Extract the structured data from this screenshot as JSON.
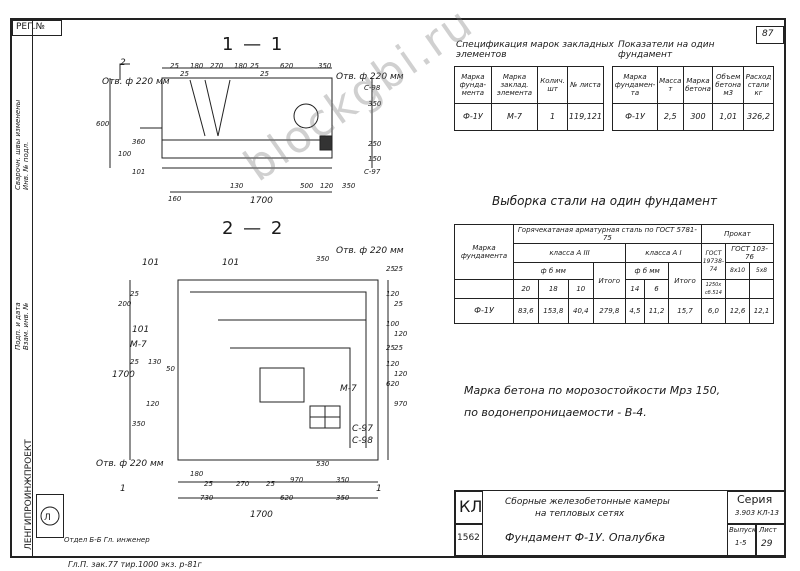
{
  "sheet_no": "87",
  "reg_label": "РЕГ.№",
  "page_no": "29",
  "sections": {
    "s1": "1 — 1",
    "s2": "2 — 2"
  },
  "view1": {
    "hole_label": "Отв. ф 220 мм",
    "hole_label2": "Отв. ф 220 мм",
    "cut_mark": "2",
    "top_dims": [
      "25",
      "180",
      "270",
      "180",
      "25",
      "620",
      "350"
    ],
    "bottom_dims": [
      "130",
      "500",
      "120",
      "350"
    ],
    "total": "1700",
    "left_dims": [
      "600",
      "360",
      "101",
      "100"
    ],
    "right_dims": [
      "350",
      "250",
      "150"
    ],
    "small": [
      "160",
      "25",
      "25"
    ],
    "labels": [
      "С-98",
      "С-97"
    ]
  },
  "view2": {
    "labels_101": [
      "101",
      "101",
      "101"
    ],
    "m7": "М-7",
    "m7b": "М-7",
    "hole_label": "Отв. ф 220 мм",
    "hole_label_bottom": "Отв. ф 220 мм",
    "c97": "С-97",
    "c98": "С-98",
    "top_dims": [
      "350",
      "25",
      "25",
      "120",
      "25",
      "100"
    ],
    "left_dims": [
      "200",
      "25",
      "1700",
      "25",
      "130",
      "50",
      "120",
      "350"
    ],
    "right_dims": [
      "120",
      "25",
      "25",
      "120",
      "120",
      "620",
      "970"
    ],
    "bottom_dims": [
      "180",
      "25",
      "270",
      "25",
      "970",
      "350",
      "530"
    ],
    "bottom_dims2": [
      "730",
      "620",
      "350"
    ],
    "total": "1700",
    "cut1": "1",
    "cut1b": "1"
  },
  "spec_title": "Спецификация марок закладных элементов",
  "spec": {
    "headers": [
      "Марка фунда-мента",
      "Марка заклад. элемента",
      "Колич. шт",
      "№ листа"
    ],
    "row": [
      "Ф-1У",
      "М-7",
      "1",
      "119,121"
    ]
  },
  "ind_title": "Показатели на один фундамент",
  "ind": {
    "headers": [
      "Марка фундамен-та",
      "Масса т",
      "Марка бетона",
      "Объем бетона м3",
      "Расход стали кг"
    ],
    "row": [
      "Ф-1У",
      "2,5",
      "300",
      "1,01",
      "326,2"
    ]
  },
  "steel_title": "Выборка стали на один фундамент",
  "steel": {
    "mark_header": "Марка фундамента",
    "group1": "Горячекатаная арматурная сталь по ГОСТ 5781-75",
    "group2": "Прокат",
    "klassA3": "класса А III",
    "klassA1": "класса А I",
    "phi1": "ф б мм",
    "phi2": "ф б мм",
    "itogo": "Итого",
    "itogo2": "Итого",
    "gost1": "ГОСТ 19738-74",
    "gost2": "ГОСТ 103-76",
    "d_a3": [
      "20",
      "18",
      "10"
    ],
    "d_a1": [
      "14",
      "6"
    ],
    "d_g1": "1250x сб.514",
    "d_g2": [
      "8x10",
      "5x8"
    ],
    "row_mark": "Ф-1У",
    "row_a3": [
      "83,6",
      "153,8",
      "40,4"
    ],
    "row_a3_total": "279,8",
    "row_a1": [
      "4,5",
      "11,2"
    ],
    "row_a1_total": "15,7",
    "row_g1": "6,0",
    "row_g2": [
      "12,6",
      "12,1"
    ]
  },
  "note1": "Марка бетона по морозостойкости Мрз 150,",
  "note2": "по водонепроницаемости - В-4.",
  "title_block": {
    "kl": "КЛ",
    "code": "1562",
    "name1": "Сборные железобетонные камеры",
    "name2": "на тепловых сетях",
    "name3": "Фундамент Ф-1У. Опалубка",
    "seria_label": "Серия",
    "seria": "3.903 КЛ-13",
    "vyp_label": "Выпуск",
    "vyp": "1-5",
    "list_label": "Лист",
    "org": "ЛЕНГИПРОИНЖПРОЕКТ",
    "org_sub": "Отдел Б-Б Гл. инженер"
  },
  "bottom_line": "Гл.П. зак.77 тир.1000 экз. р-81г",
  "watermark": "blockgbi.ru",
  "side_labels": [
    "Сварочн. швы изменены",
    "Инв. № подл.",
    "Подп. и дата",
    "Взам. инв. №"
  ]
}
